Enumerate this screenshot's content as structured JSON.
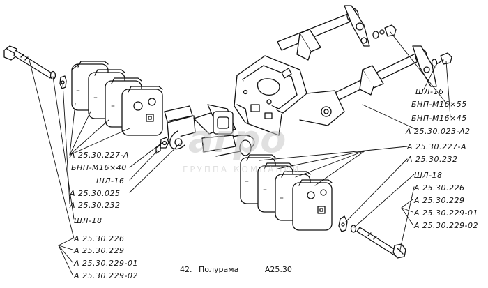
{
  "caption": {
    "number": "42.",
    "title": "Полурама",
    "code": "А25.30"
  },
  "watermark": {
    "brand": "агро",
    "subtitle": "ГРУППА КОМПАНИЙ"
  },
  "labels_left": [
    "А 25.30.227-А",
    "БНП-М16×40",
    "ШЛ-16",
    "А 25.30.025",
    "А 25.30.232",
    "ШЛ-18",
    "А 25.30.226",
    "А 25.30.229",
    "А 25.30.229-01",
    "А 25.30.229-02"
  ],
  "labels_right": [
    "ШЛ-16",
    "БНП-М16×55",
    "БНП-М16×45",
    "А 25.30.023-А2",
    "А 25.30.227-А",
    "А 25.30.232",
    "ШЛ-18",
    "А 25.30.226",
    "А 25.30.229",
    "А 25.30.229-01",
    "А 25.30.229-02"
  ]
}
